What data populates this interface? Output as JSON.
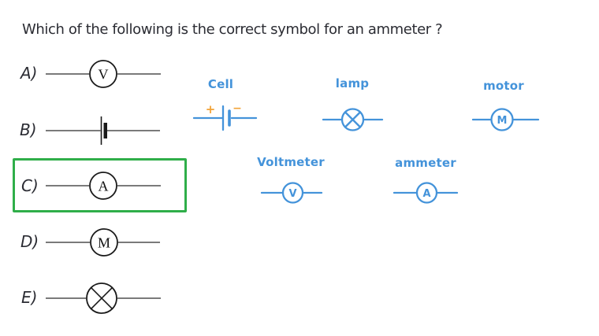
{
  "question": "Which of the following is the correct symbol for an ammeter ?",
  "options": {
    "a": {
      "label": "A)",
      "symbol": "voltmeter",
      "letter": "V"
    },
    "b": {
      "label": "B)",
      "symbol": "cell"
    },
    "c": {
      "label": "C)",
      "symbol": "ammeter",
      "letter": "A",
      "highlighted": true
    },
    "d": {
      "label": "D)",
      "symbol": "motor",
      "letter": "M"
    },
    "e": {
      "label": "E)",
      "symbol": "lamp"
    }
  },
  "correct_answer": "C",
  "legend": {
    "cell": {
      "label": "Cell",
      "plus": "+",
      "minus": "−"
    },
    "lamp": {
      "label": "lamp"
    },
    "motor": {
      "label": "motor",
      "letter": "M"
    },
    "voltmeter": {
      "label": "Voltmeter",
      "letter": "V"
    },
    "ammeter": {
      "label": "ammeter",
      "letter": "A"
    }
  },
  "colors": {
    "ink": "#2b2c33",
    "wire_gray": "#4f4f4f",
    "symbol_black": "#1a1a1a",
    "accent_blue": "#4493da",
    "highlight_green": "#2fae49",
    "polarity_orange": "#f2a337"
  }
}
